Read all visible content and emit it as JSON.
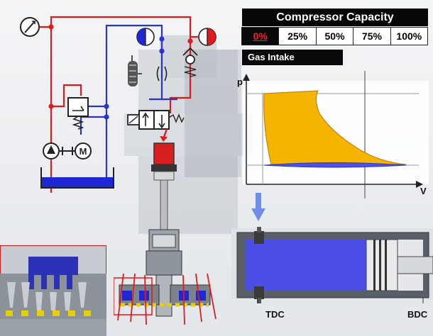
{
  "capacity": {
    "title": "Compressor Capacity",
    "options": [
      "0%",
      "25%",
      "50%",
      "75%",
      "100%"
    ],
    "selected": "0%"
  },
  "phase_label": "Gas Intake",
  "pv_diagram": {
    "y_axis": "p",
    "x_axis": "V"
  },
  "cylinder": {
    "left_label": "TDC",
    "right_label": "BDC"
  },
  "colors": {
    "gas": "#5555ee",
    "work_area": "#f5b400",
    "high_pressure": "#e21a1a",
    "low_pressure": "#2a33cc",
    "oil": "#1d27d6"
  },
  "icons": [
    "pressure-gauge-icon",
    "pump-icon",
    "motor-icon",
    "relief-valve-icon",
    "solenoid-valve-icon",
    "check-valve-icon",
    "accumulator-icon",
    "down-arrow-icon"
  ]
}
